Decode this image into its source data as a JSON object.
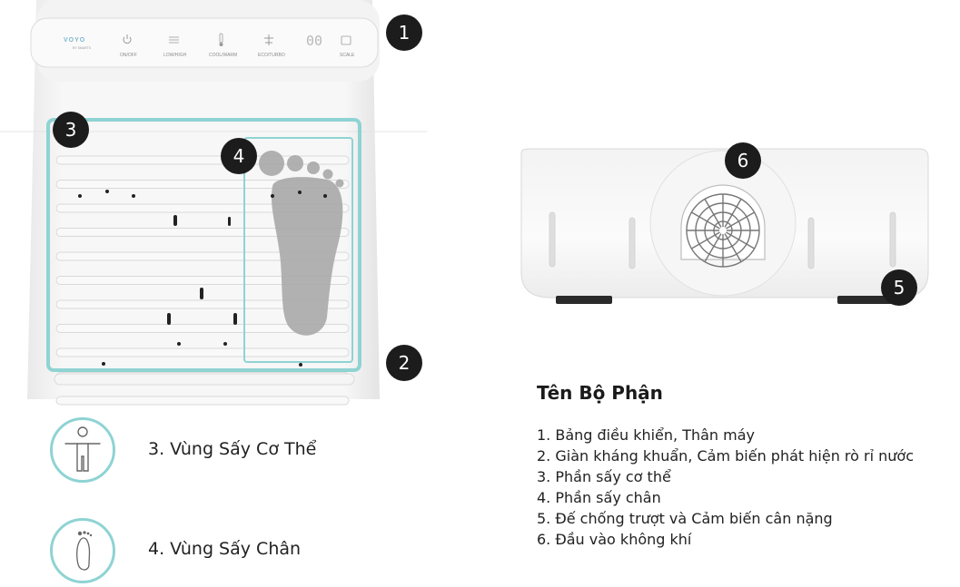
{
  "device_panel": {
    "logo": "VOYO",
    "logo_sub": "BY SMARTS",
    "display_digits": "00",
    "buttons": [
      {
        "label": "ON/OFF",
        "icon": "power-icon"
      },
      {
        "label": "LOW/HIGH",
        "icon": "wind-icon"
      },
      {
        "label": "COOL/WARM",
        "icon": "thermometer-icon"
      },
      {
        "label": "ECO/TURBO",
        "icon": "fan-icon"
      },
      {
        "label": "SCALE",
        "icon": "scale-icon"
      }
    ]
  },
  "badges": [
    "1",
    "2",
    "3",
    "4",
    "5",
    "6"
  ],
  "legend": [
    {
      "label": "3.  Vùng Sấy Cơ Thể",
      "icon": "body-icon"
    },
    {
      "label": "4.  Vùng Sấy Chân",
      "icon": "feet-icon"
    }
  ],
  "parts": {
    "title": "Tên Bộ Phận",
    "items": [
      "1. Bảng điều khiển, Thân máy",
      "2. Giàn kháng khuẩn, Cảm biến phát hiện rò rỉ nước",
      "3. Phần sấy cơ thể",
      "4. Phần sấy chân",
      "5. Đế chống trượt và Cảm biến cân nặng",
      "6. Đầu vào không khí"
    ]
  },
  "colors": {
    "highlight": "#8fd3d3",
    "badge": "#1c1c1c",
    "device_body": "#f4f4f4",
    "foot_silhouette": "#a9a9a9"
  }
}
